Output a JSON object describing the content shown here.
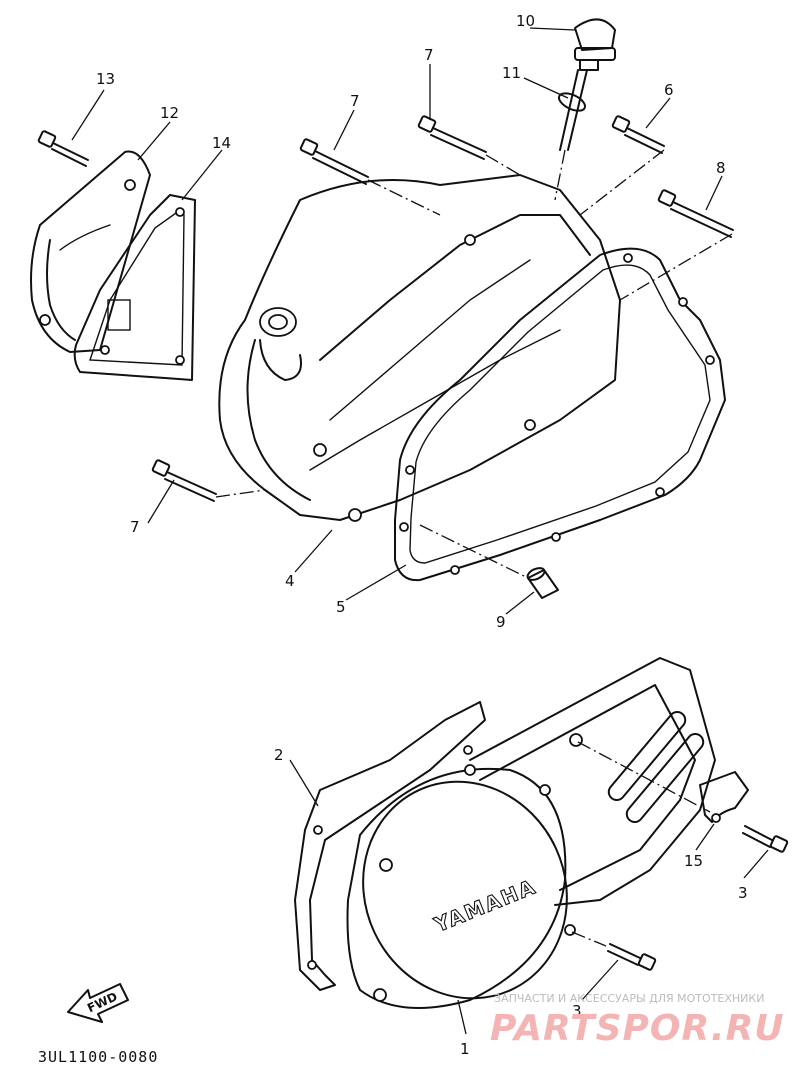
{
  "diagram": {
    "diagram_code": "3UL1100-0080",
    "fwd_label": "FWD",
    "cover_logo": "YAMAHA",
    "watermark": {
      "tagline": "ЗАПЧАСТИ И АКСЕССУАРЫ ДЛЯ МОТОТЕХНИКИ",
      "brand": "PARTSPOR.RU"
    },
    "callouts": [
      {
        "id": "callout-13",
        "label": "13"
      },
      {
        "id": "callout-12",
        "label": "12"
      },
      {
        "id": "callout-14",
        "label": "14"
      },
      {
        "id": "callout-7-left",
        "label": "7"
      },
      {
        "id": "callout-7-top",
        "label": "7"
      },
      {
        "id": "callout-7-bottom",
        "label": "7"
      },
      {
        "id": "callout-10",
        "label": "10"
      },
      {
        "id": "callout-11",
        "label": "11"
      },
      {
        "id": "callout-6",
        "label": "6"
      },
      {
        "id": "callout-8",
        "label": "8"
      },
      {
        "id": "callout-4",
        "label": "4"
      },
      {
        "id": "callout-5",
        "label": "5"
      },
      {
        "id": "callout-9",
        "label": "9"
      },
      {
        "id": "callout-2",
        "label": "2"
      },
      {
        "id": "callout-15",
        "label": "15"
      },
      {
        "id": "callout-3-right",
        "label": "3"
      },
      {
        "id": "callout-3-bottom",
        "label": "3"
      },
      {
        "id": "callout-1",
        "label": "1"
      }
    ]
  }
}
